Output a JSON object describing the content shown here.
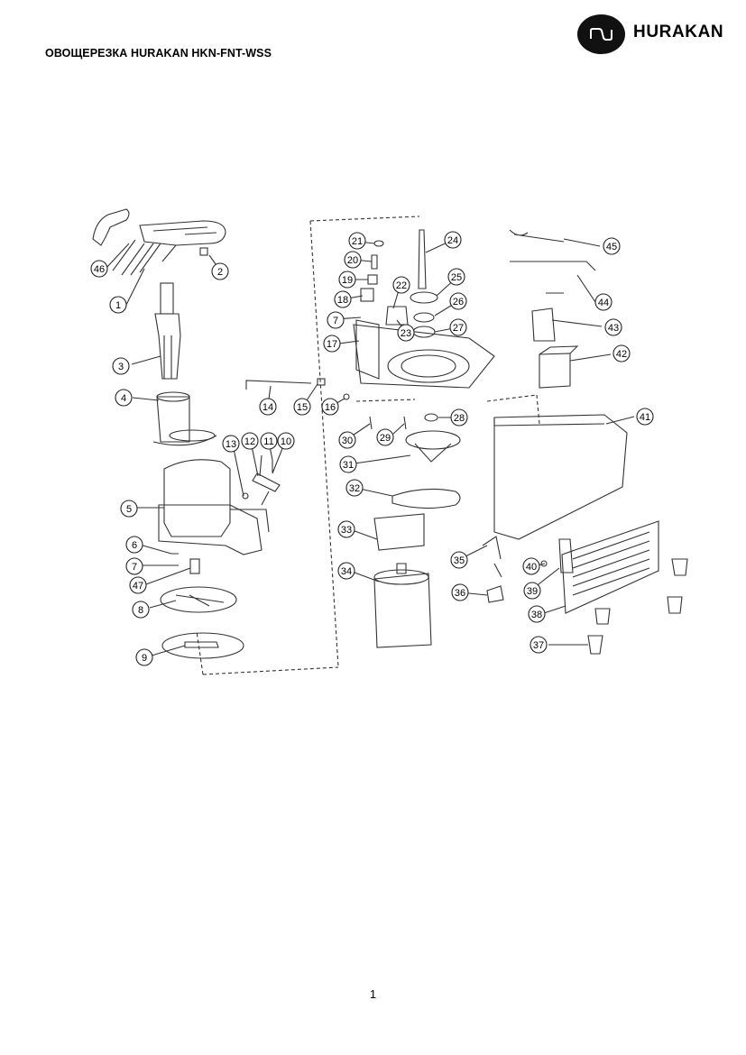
{
  "header": {
    "title": "ОВОЩЕРЕЗКА HURAKAN HKN-FNT-WSS",
    "brand": "HURAKAN"
  },
  "diagram": {
    "callouts": [
      "1",
      "2",
      "3",
      "4",
      "5",
      "6",
      "7",
      "8",
      "9",
      "10",
      "11",
      "12",
      "13",
      "14",
      "15",
      "16",
      "17",
      "18",
      "19",
      "20",
      "21",
      "22",
      "23",
      "24",
      "25",
      "26",
      "27",
      "28",
      "29",
      "30",
      "31",
      "32",
      "33",
      "34",
      "35",
      "36",
      "37",
      "38",
      "39",
      "40",
      "41",
      "42",
      "43",
      "44",
      "45",
      "46",
      "47",
      "7"
    ]
  },
  "footer": {
    "page_number": "1"
  }
}
